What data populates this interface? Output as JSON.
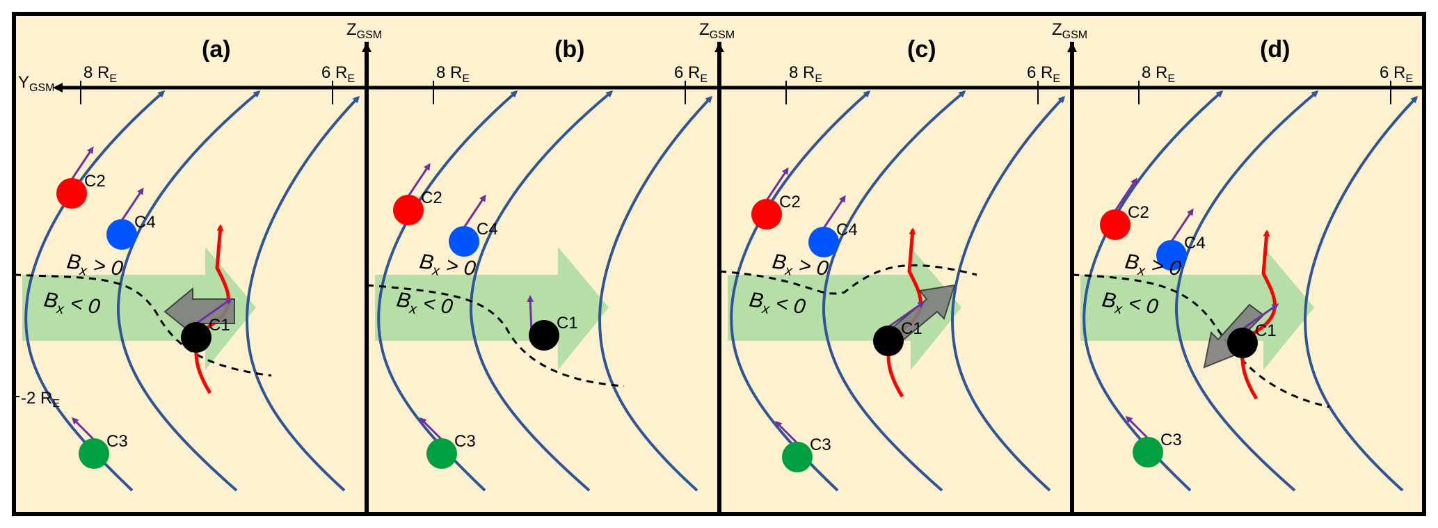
{
  "panels": [
    {
      "title": "(a)",
      "c1_hedgehog": "left",
      "has_kink": true
    },
    {
      "title": "(b)",
      "c1_hedgehog": "none",
      "has_kink": false
    },
    {
      "title": "(c)",
      "c1_hedgehog": "up-right",
      "has_kink": true
    },
    {
      "title": "(d)",
      "c1_hedgehog": "down-left",
      "has_kink": true
    }
  ],
  "axes": {
    "z_main": "Z",
    "z_sub": "GSM",
    "y_main": "Y",
    "y_sub": "GSM",
    "tick_8_main": "8 R",
    "tick_8_sub": "E",
    "tick_6_main": "6 R",
    "tick_6_sub": "E",
    "tick_m2_main": "-2 R",
    "tick_m2_sub": "E"
  },
  "regions": {
    "upper_B": "B",
    "upper_sub": "x",
    "upper_rel": " > 0",
    "lower_B": "B",
    "lower_sub": "x",
    "lower_rel": " < 0"
  },
  "spacecraft": {
    "c1": "C1",
    "c2": "C2",
    "c3": "C3",
    "c4": "C4"
  },
  "colors": {
    "background": "#fdf1cf",
    "field_line": "#2f5597",
    "flow_arrow": "#a9dba0",
    "c1": "#000000",
    "c2": "#ff0000",
    "c3": "#00a040",
    "c4": "#0055ff",
    "kink": "#ff0000",
    "velocity": "#7030a0",
    "hedgehog": "#7f7f7f"
  }
}
